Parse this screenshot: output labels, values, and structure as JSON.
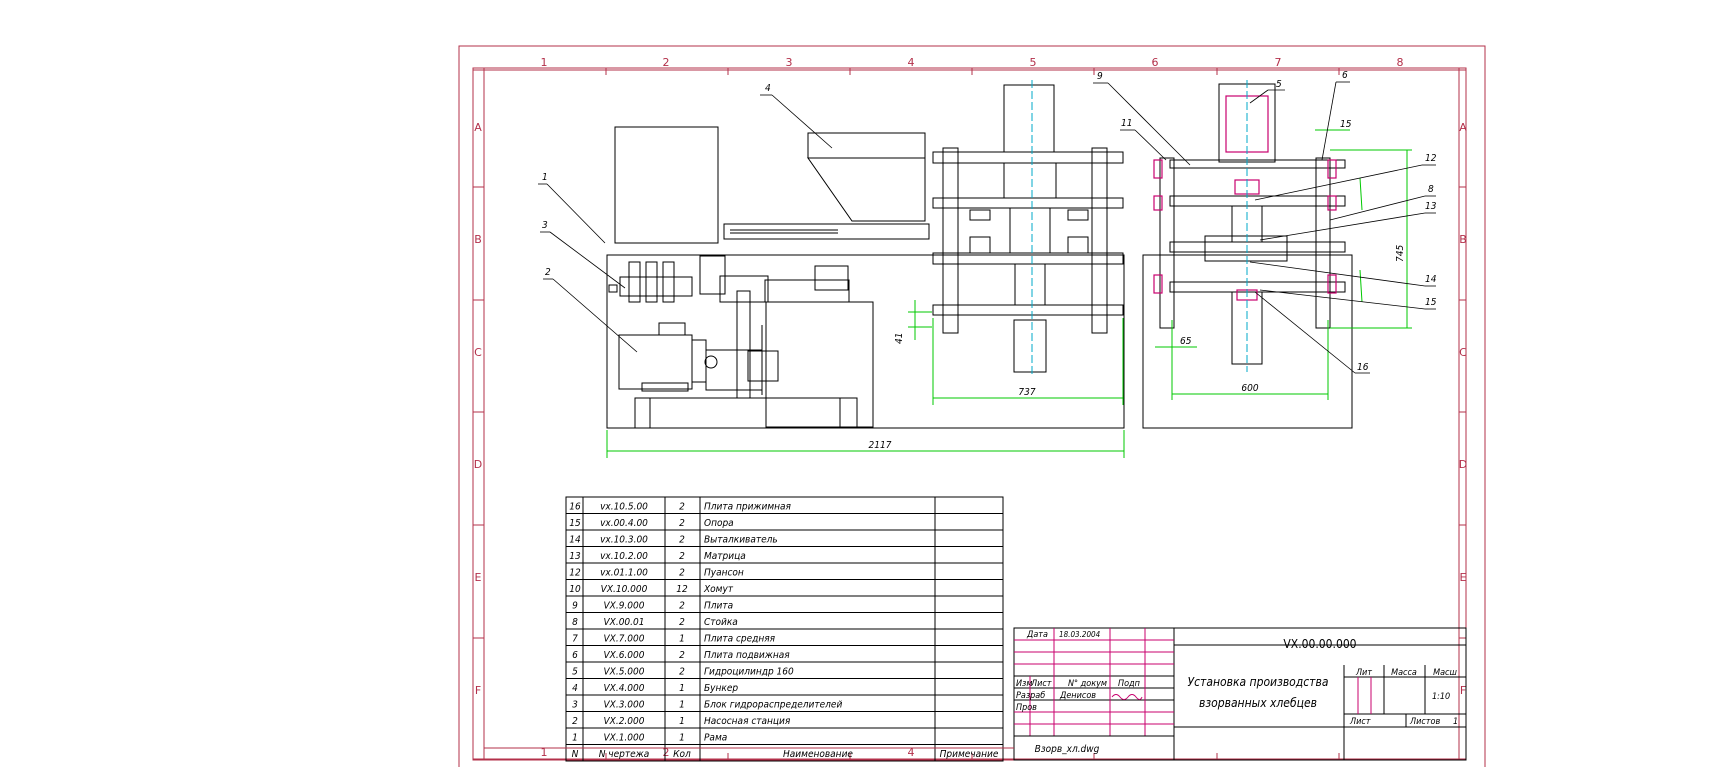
{
  "frame": {
    "columns": [
      "1",
      "2",
      "3",
      "4",
      "5",
      "6",
      "7",
      "8"
    ],
    "rows": [
      "A",
      "B",
      "C",
      "D",
      "E",
      "F"
    ]
  },
  "callouts": [
    "1",
    "2",
    "3",
    "4",
    "5",
    "6",
    "8",
    "9",
    "11",
    "12",
    "13",
    "14",
    "15",
    "16"
  ],
  "dimensions": {
    "overall_length": "2117",
    "press_width": "737",
    "side_width": "600",
    "press_height_small": "41",
    "side_offset": "65",
    "top_offset": "15",
    "side_height": "745"
  },
  "bom": {
    "header": {
      "pos": "N",
      "drawing": "N чертежа",
      "qty": "Кол",
      "name": "Наименование",
      "note": "Примечание"
    },
    "rows": [
      {
        "pos": "16",
        "drawing": "vx.10.5.00",
        "qty": "2",
        "name": "Плита прижимная"
      },
      {
        "pos": "15",
        "drawing": "vx.00.4.00",
        "qty": "2",
        "name": "Опора"
      },
      {
        "pos": "14",
        "drawing": "vx.10.3.00",
        "qty": "2",
        "name": "Выталкиватель"
      },
      {
        "pos": "13",
        "drawing": "vx.10.2.00",
        "qty": "2",
        "name": "Матрица"
      },
      {
        "pos": "12",
        "drawing": "vx.01.1.00",
        "qty": "2",
        "name": "Пуансон"
      },
      {
        "pos": "10",
        "drawing": "VX.10.000",
        "qty": "12",
        "name": "Хомут"
      },
      {
        "pos": "9",
        "drawing": "VX.9.000",
        "qty": "2",
        "name": "Плита"
      },
      {
        "pos": "8",
        "drawing": "VX.00.01",
        "qty": "2",
        "name": "Стойка"
      },
      {
        "pos": "7",
        "drawing": "VX.7.000",
        "qty": "1",
        "name": "Плита средняя"
      },
      {
        "pos": "6",
        "drawing": "VX.6.000",
        "qty": "2",
        "name": "Плита подвижная"
      },
      {
        "pos": "5",
        "drawing": "VX.5.000",
        "qty": "2",
        "name": "Гидроцилиндр 160"
      },
      {
        "pos": "4",
        "drawing": "VX.4.000",
        "qty": "1",
        "name": "Бункер"
      },
      {
        "pos": "3",
        "drawing": "VX.3.000",
        "qty": "1",
        "name": "Блок гидрораспределителей"
      },
      {
        "pos": "2",
        "drawing": "VX.2.000",
        "qty": "1",
        "name": "Насосная станция"
      },
      {
        "pos": "1",
        "drawing": "VX.1.000",
        "qty": "1",
        "name": "Рама"
      }
    ]
  },
  "title_block": {
    "date_label": "Дата",
    "date_value": "18.03.2004",
    "code": "VX.00.00.000",
    "title_line1": "Установка производства",
    "title_line2": "взорванных хлебцев",
    "col_izm": "Изм",
    "col_list": "Лист",
    "col_ndoc": "N° докум",
    "col_podp": "Подп",
    "razrab": "Разраб",
    "razrab_name": "Денисов",
    "prov": "Пров",
    "lit": "Лит",
    "massa": "Масса",
    "masshtab": "Масш",
    "scale_value": "1:10",
    "sheet": "Лист",
    "sheets": "Листов",
    "sheets_value": "1",
    "filename": "Взорв_хл.dwg"
  },
  "colors": {
    "border": "#b3304a",
    "line": "#000000",
    "dimension": "#00c800",
    "dim_text": "#b8b800",
    "axis": "#00a8c8",
    "highlight": "#c8006e"
  }
}
